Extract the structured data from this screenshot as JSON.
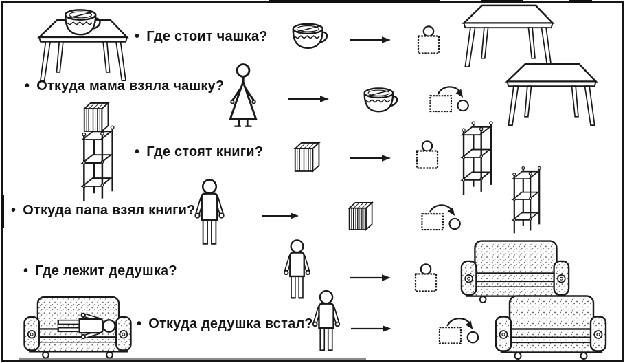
{
  "page": {
    "paper_color": "#ffffff",
    "ink_color": "#1a1a1a"
  },
  "bullet": "•",
  "rows": [
    {
      "question": "Где стоит чашка?",
      "source": "table-with-cup",
      "subject_icon": "cup-icon",
      "relation_icon": "on-symbol",
      "target": "table"
    },
    {
      "question": "Откуда мама взяла чашку?",
      "source": "mother-figure",
      "subject_icon": "cup-icon",
      "relation_icon": "off-from-symbol",
      "target": "table"
    },
    {
      "question": "Где стоят книги?",
      "source": "bookshelf-with-books",
      "subject_icon": "books-icon",
      "relation_icon": "on-symbol",
      "target": "bookshelf"
    },
    {
      "question": "Откуда папа взял книги?",
      "source": "father-figure",
      "subject_icon": "books-icon",
      "relation_icon": "off-from-symbol",
      "target": "bookshelf"
    },
    {
      "question": "Где лежит дедушка?",
      "source": "grandfather-figure",
      "relation_icon": "on-symbol",
      "target": "sofa"
    },
    {
      "question": "Откуда дедушка встал?",
      "source": "sofa-with-lying-grandfather",
      "subject_icon": "grandfather-figure",
      "relation_icon": "off-from-symbol",
      "target": "sofa"
    }
  ],
  "icons": {
    "arrow": "→",
    "on-symbol": "circle resting on dashed square",
    "off-from-symbol": "curved arrow from dashed square to circle"
  }
}
